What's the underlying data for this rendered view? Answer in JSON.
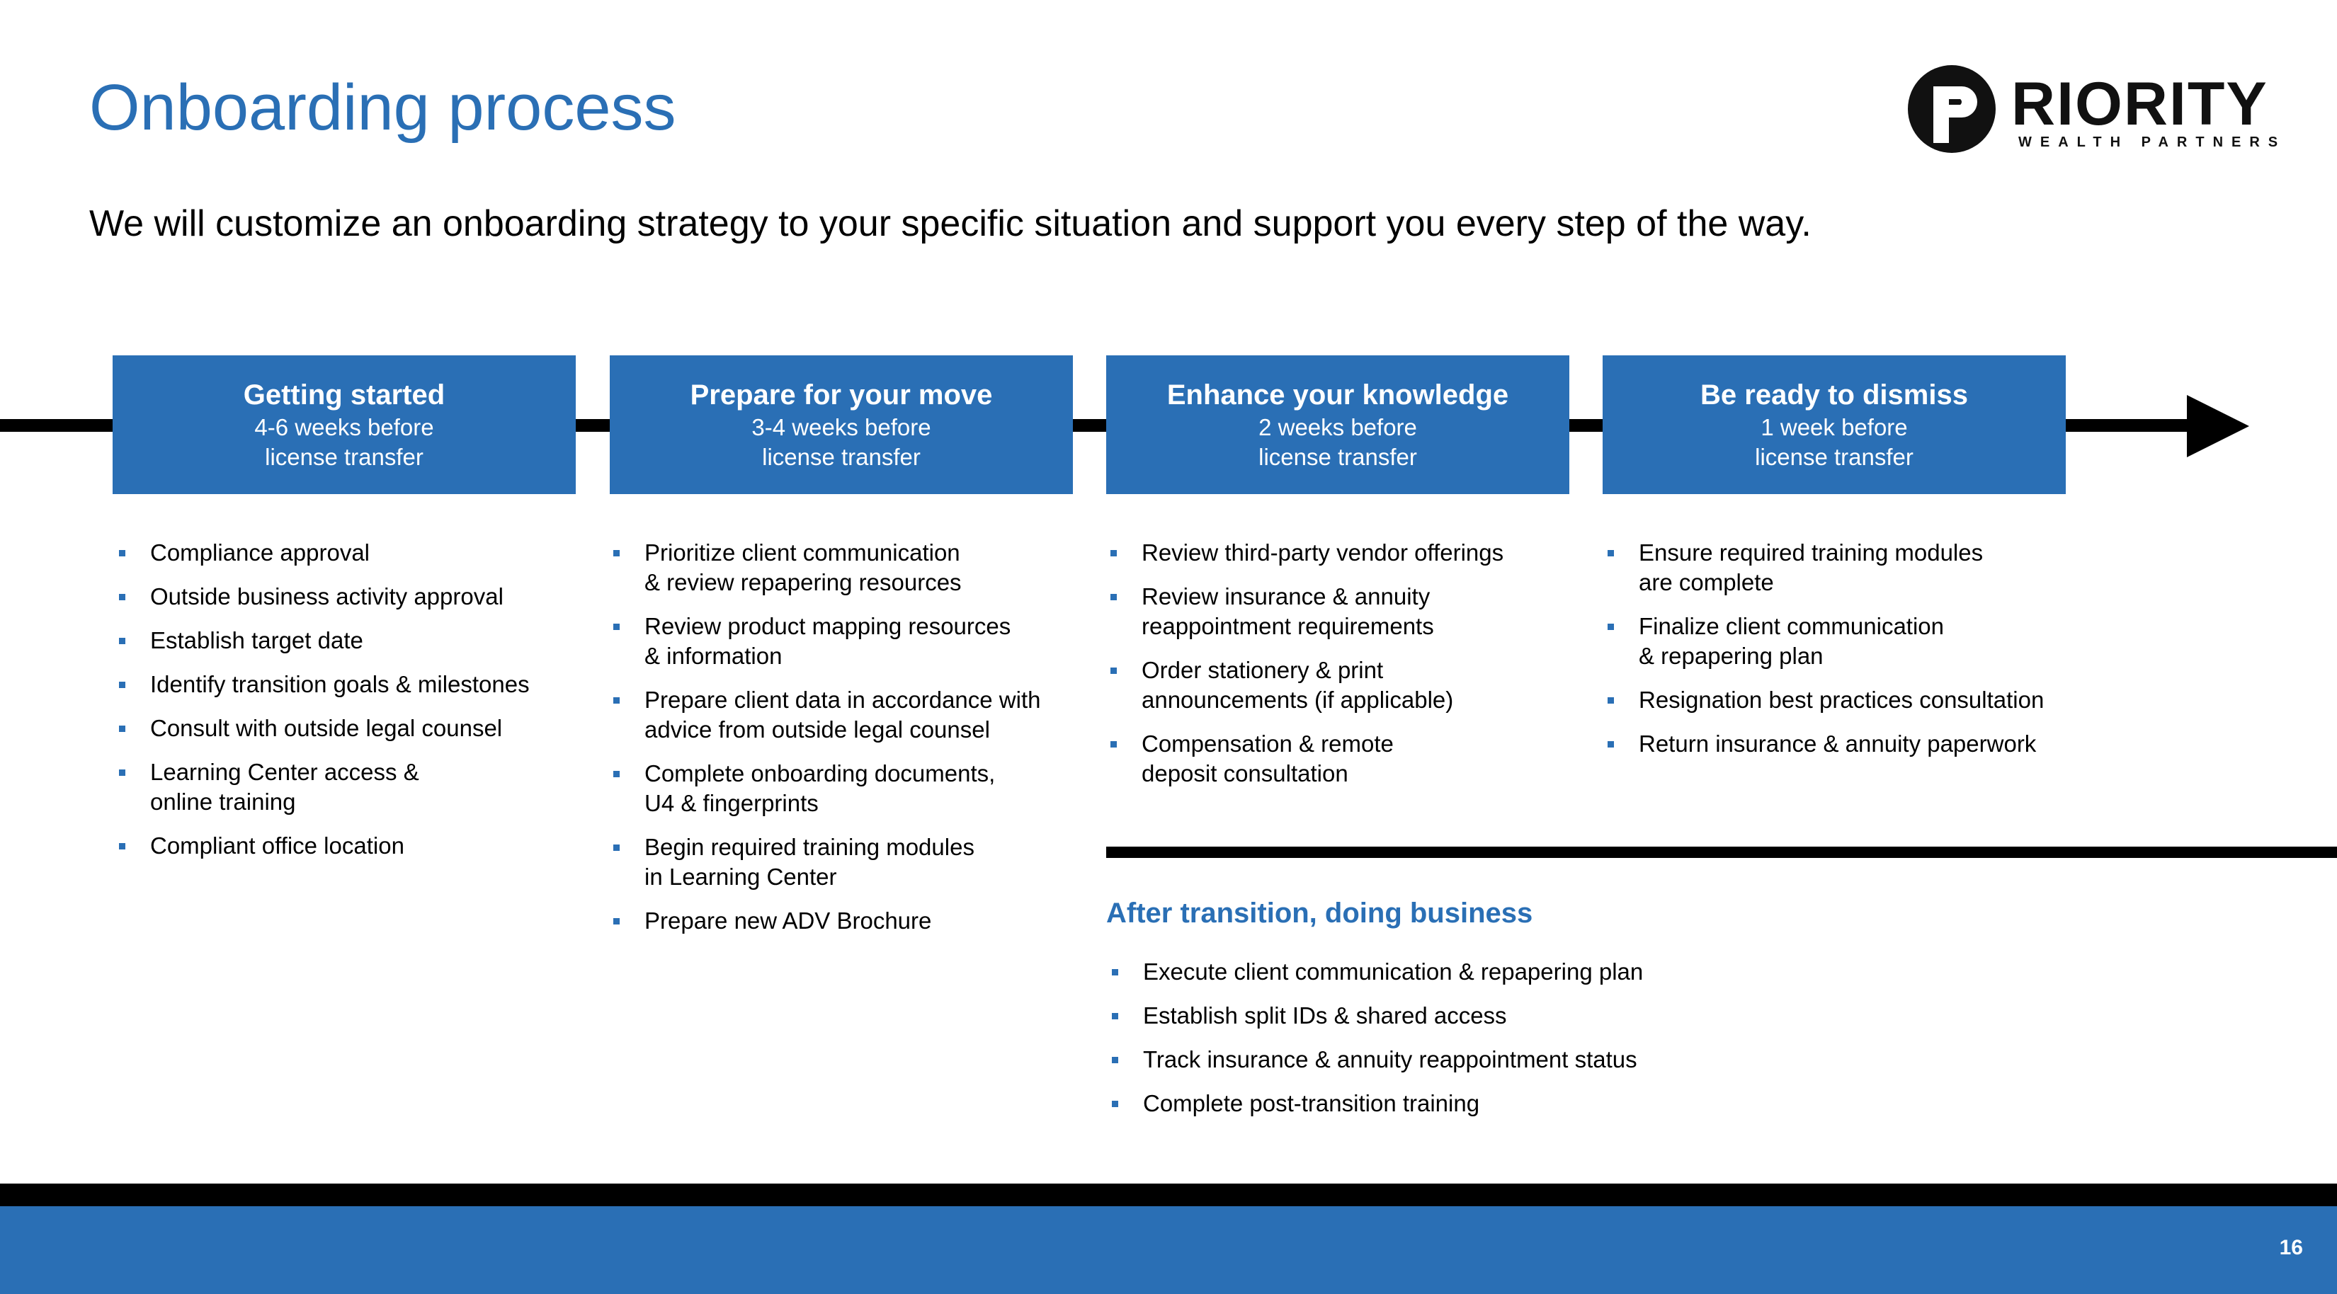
{
  "title": "Onboarding process",
  "subtitle": "We will customize an onboarding strategy to your specific situation and support you every step of the way.",
  "logo": {
    "word": "RIORITY",
    "tagline": "WEALTH PARTNERS"
  },
  "stages": [
    {
      "title": "Getting started",
      "time_line1": "4-6 weeks before",
      "time_line2": "license transfer",
      "items": [
        "Compliance approval",
        "Outside business activity approval",
        "Establish target date",
        "Identify transition goals & milestones",
        "Consult with outside legal counsel",
        "Learning Center access &\nonline training",
        "Compliant office location"
      ]
    },
    {
      "title": "Prepare for your move",
      "time_line1": "3-4 weeks before",
      "time_line2": "license transfer",
      "items": [
        "Prioritize client communication\n& review repapering resources",
        "Review product mapping resources\n& information",
        "Prepare client data in accordance with\nadvice from outside legal counsel",
        "Complete onboarding documents,\nU4 & fingerprints",
        "Begin required training modules\nin Learning Center",
        "Prepare new ADV Brochure"
      ]
    },
    {
      "title": "Enhance your knowledge",
      "time_line1": "2 weeks before",
      "time_line2": "license transfer",
      "items": [
        "Review third-party vendor offerings",
        "Review insurance & annuity\nreappointment requirements",
        "Order stationery & print\nannouncements (if applicable)",
        "Compensation & remote\ndeposit consultation"
      ]
    },
    {
      "title": "Be ready to dismiss",
      "time_line1": "1 week before",
      "time_line2": "license transfer",
      "items": [
        "Ensure required training modules\nare complete",
        "Finalize client communication\n& repapering plan",
        "Resignation best practices consultation",
        "Return insurance & annuity paperwork"
      ]
    }
  ],
  "after": {
    "heading": "After transition, doing business",
    "items": [
      "Execute client communication & repapering plan",
      "Establish split IDs & shared access",
      "Track insurance & annuity reappointment status",
      "Complete post-transition training"
    ]
  },
  "page_number": "16",
  "colors": {
    "brand_blue": "#2a6fb5",
    "black": "#000000"
  }
}
